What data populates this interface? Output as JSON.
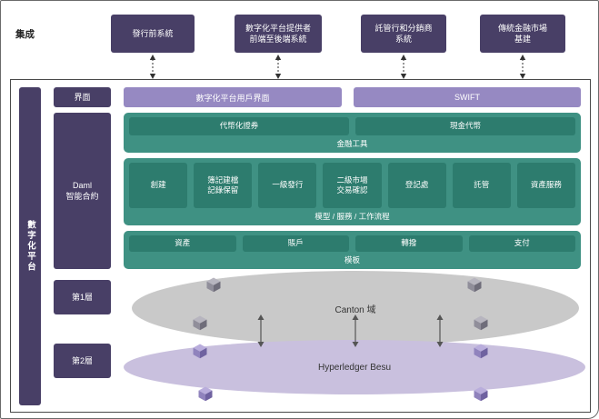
{
  "integration": {
    "label": "集成",
    "systems": [
      "發行前系統",
      "數字化平台提供者\n前端至後端系統",
      "託管行和分銷商\n系統",
      "傳統金融市場\n基建"
    ]
  },
  "platform": {
    "side_label": "數字化平台",
    "interface": {
      "label": "界面",
      "items": [
        "數字化平台用戶界面",
        "SWIFT"
      ]
    },
    "daml_label": "Daml\n智能合約",
    "financial_instruments": {
      "title": "金融工具",
      "items": [
        "代幣化證券",
        "現金代幣"
      ]
    },
    "workflows": {
      "title": "模型 / 服務 / 工作流程",
      "items": [
        "創建",
        "簿記建檔\n記錄保留",
        "一級發行",
        "二級市場\n交易確認",
        "登記處",
        "託管",
        "資產服務"
      ]
    },
    "templates": {
      "title": "模板",
      "items": [
        "資產",
        "賬戶",
        "轉撥",
        "支付"
      ]
    },
    "layers": [
      {
        "label": "第1層",
        "network": "Canton 域"
      },
      {
        "label": "第2層",
        "network": "Hyperledger Besu"
      }
    ]
  },
  "colors": {
    "dark_purple": "#483f66",
    "light_purple": "#9689c2",
    "teal_container": "#3f9183",
    "teal_box": "#2d7c6e",
    "canton_ellipse": "#c9c9c9",
    "besu_ellipse": "#c9c0de"
  }
}
